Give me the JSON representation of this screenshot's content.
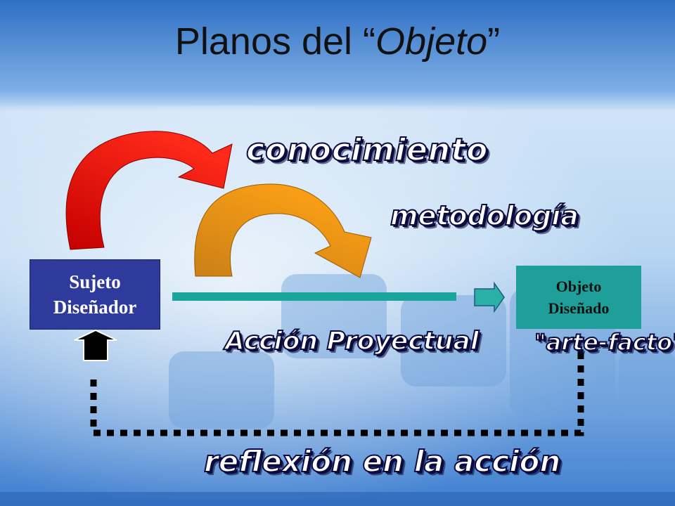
{
  "title": {
    "main": "Planos del “",
    "italic": "Objeto",
    "end": "”"
  },
  "boxes": {
    "sujeto": {
      "line1": "Sujeto",
      "line2": "Diseñador"
    },
    "objeto": {
      "line1": "Objeto",
      "line2": "Diseñado"
    }
  },
  "labels": {
    "conocimiento": "conocimiento",
    "metodologia": "metodología",
    "accion": "Acción Proyectual",
    "artefacto": "\"arte-facto\"",
    "reflexion": "reflexión en la acción"
  },
  "colors": {
    "background": "#3a78c8",
    "sujeto_box": "#2e3a9c",
    "objeto_box": "#1f9f9a",
    "arrow_red": "#e01010",
    "arrow_orange": "#f59a10",
    "line_teal": "#1aa59c"
  }
}
